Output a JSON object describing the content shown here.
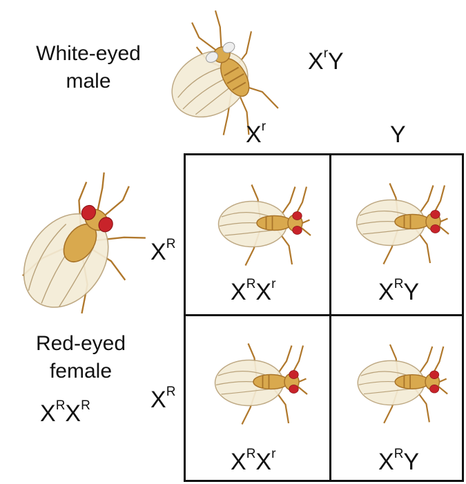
{
  "male": {
    "label_line1": "White-eyed",
    "label_line2": "male",
    "genotype": {
      "x": "X",
      "x_sup": "r",
      "y": "Y"
    }
  },
  "female": {
    "label_line1": "Red-eyed",
    "label_line2": "female",
    "genotype": {
      "base1": "X",
      "sup1": "R",
      "base2": "X",
      "sup2": "R"
    }
  },
  "columns": [
    {
      "base": "X",
      "sup": "r"
    },
    {
      "base": "Y",
      "sup": ""
    }
  ],
  "rows": [
    {
      "base": "X",
      "sup": "R"
    },
    {
      "base": "X",
      "sup": "R"
    }
  ],
  "cells": [
    {
      "base1": "X",
      "sup1": "R",
      "base2": "X",
      "sup2": "r"
    },
    {
      "base1": "X",
      "sup1": "R",
      "base2": "Y",
      "sup2": ""
    },
    {
      "base1": "X",
      "sup1": "R",
      "base2": "X",
      "sup2": "r"
    },
    {
      "base1": "X",
      "sup1": "R",
      "base2": "Y",
      "sup2": ""
    }
  ],
  "colors": {
    "body": "#d9a94e",
    "body_dark": "#a8742a",
    "wing": "#f4ecd6",
    "wing_vein": "#b9a27a",
    "leg": "#b0782c",
    "red_eye": "#c8232a",
    "white_eye": "#eeeeee"
  },
  "icons": {
    "fly": "fruit-fly-icon"
  }
}
